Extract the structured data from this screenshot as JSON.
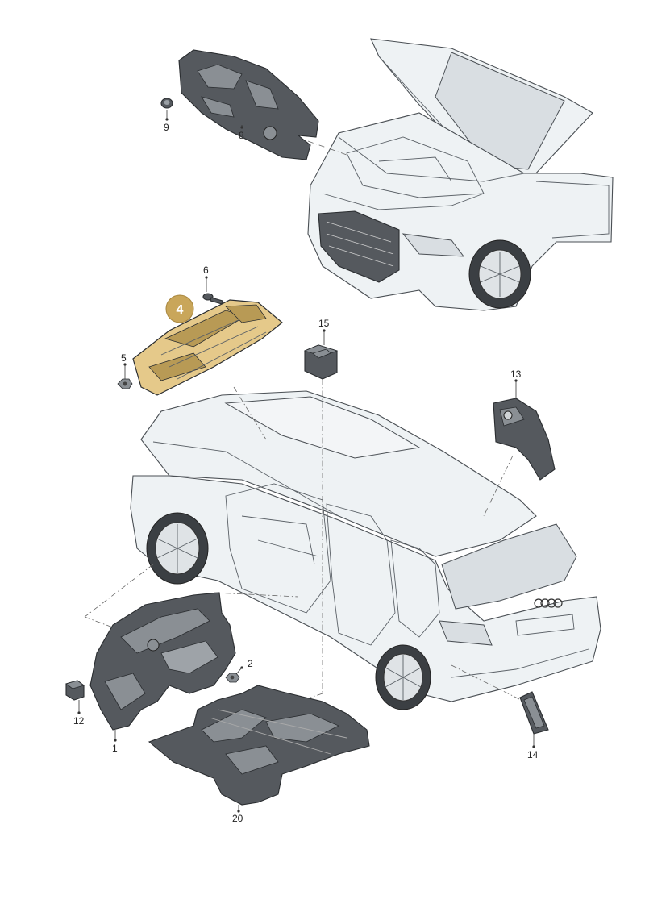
{
  "callouts": [
    {
      "id": "9",
      "text": "9"
    },
    {
      "id": "8",
      "text": "8"
    },
    {
      "id": "6",
      "text": "6"
    },
    {
      "id": "4",
      "text": "4"
    },
    {
      "id": "5",
      "text": "5"
    },
    {
      "id": "15",
      "text": "15"
    },
    {
      "id": "13",
      "text": "13"
    },
    {
      "id": "2",
      "text": "2"
    },
    {
      "id": "12",
      "text": "12"
    },
    {
      "id": "1",
      "text": "1"
    },
    {
      "id": "20",
      "text": "20"
    },
    {
      "id": "14",
      "text": "14"
    }
  ],
  "colors": {
    "highlight": "#e5c98a",
    "badge": "#c9a65a",
    "part": "#55595e",
    "car_body": "#eef2f4"
  }
}
